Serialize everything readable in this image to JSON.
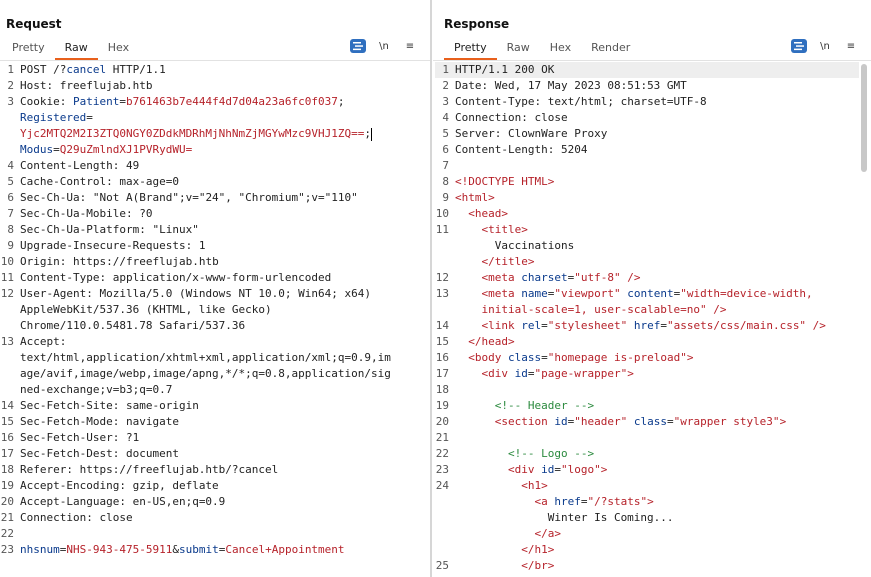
{
  "request": {
    "title": "Request",
    "tabs": [
      "Pretty",
      "Raw",
      "Hex"
    ],
    "active_tab": "Raw",
    "tools": [
      "format-icon",
      "\\n",
      "≡"
    ],
    "lines": [
      {
        "n": "1",
        "parts": [
          [
            "POST /?",
            ""
          ],
          [
            "cancel",
            "k"
          ],
          [
            " HTTP/1.1",
            ""
          ]
        ]
      },
      {
        "n": "2",
        "parts": [
          [
            "Host",
            ""
          ],
          [
            ": freeflujab.htb",
            ""
          ]
        ]
      },
      {
        "n": "3",
        "parts": [
          [
            "Cookie",
            ""
          ],
          [
            ": ",
            ""
          ],
          [
            "Patient",
            "k"
          ],
          [
            "=",
            ""
          ],
          [
            "b761463b7e444f4d7d04a23a6fc0f037",
            "v"
          ],
          [
            ";",
            ""
          ]
        ]
      },
      {
        "n": "",
        "parts": [
          [
            "Registered",
            "k"
          ],
          [
            "=",
            ""
          ]
        ]
      },
      {
        "n": "",
        "parts": [
          [
            "Yjc2MTQ2M2I3ZTQ0NGY0ZDdkMDRhMjNhNmZjMGYwMzc9VHJ1ZQ==",
            "v"
          ],
          [
            ";",
            ""
          ]
        ],
        "caret": true
      },
      {
        "n": "",
        "parts": [
          [
            "Modus",
            "k"
          ],
          [
            "=",
            ""
          ],
          [
            "Q29uZmlndXJ1PVRydWU=",
            "v"
          ]
        ]
      },
      {
        "n": "4",
        "parts": [
          [
            "Content-Length",
            ""
          ],
          [
            ": 49",
            ""
          ]
        ]
      },
      {
        "n": "5",
        "parts": [
          [
            "Cache-Control",
            ""
          ],
          [
            ": max-age=0",
            ""
          ]
        ]
      },
      {
        "n": "6",
        "parts": [
          [
            "Sec-Ch-Ua",
            ""
          ],
          [
            ": \"Not A(Brand\";v=\"24\", \"Chromium\";v=\"110\"",
            ""
          ]
        ]
      },
      {
        "n": "7",
        "parts": [
          [
            "Sec-Ch-Ua-Mobile",
            ""
          ],
          [
            ": ?0",
            ""
          ]
        ]
      },
      {
        "n": "8",
        "parts": [
          [
            "Sec-Ch-Ua-Platform",
            ""
          ],
          [
            ": \"Linux\"",
            ""
          ]
        ]
      },
      {
        "n": "9",
        "parts": [
          [
            "Upgrade-Insecure-Requests",
            ""
          ],
          [
            ": 1",
            ""
          ]
        ]
      },
      {
        "n": "10",
        "parts": [
          [
            "Origin",
            ""
          ],
          [
            ": https://freeflujab.htb",
            ""
          ]
        ]
      },
      {
        "n": "11",
        "parts": [
          [
            "Content-Type",
            ""
          ],
          [
            ": application/x-www-form-urlencoded",
            ""
          ]
        ]
      },
      {
        "n": "12",
        "parts": [
          [
            "User-Agent",
            ""
          ],
          [
            ": Mozilla/5.0 (Windows NT 10.0; Win64; x64)",
            ""
          ]
        ]
      },
      {
        "n": "",
        "parts": [
          [
            "AppleWebKit/537.36 (KHTML, like Gecko)",
            ""
          ]
        ]
      },
      {
        "n": "",
        "parts": [
          [
            "Chrome/110.0.5481.78 Safari/537.36",
            ""
          ]
        ]
      },
      {
        "n": "13",
        "parts": [
          [
            "Accept",
            ""
          ],
          [
            ":",
            ""
          ]
        ]
      },
      {
        "n": "",
        "parts": [
          [
            "text/html,application/xhtml+xml,application/xml;q=0.9,im",
            ""
          ]
        ]
      },
      {
        "n": "",
        "parts": [
          [
            "age/avif,image/webp,image/apng,*/*;q=0.8,application/sig",
            ""
          ]
        ]
      },
      {
        "n": "",
        "parts": [
          [
            "ned-exchange;v=b3;q=0.7",
            ""
          ]
        ]
      },
      {
        "n": "14",
        "parts": [
          [
            "Sec-Fetch-Site",
            ""
          ],
          [
            ": same-origin",
            ""
          ]
        ]
      },
      {
        "n": "15",
        "parts": [
          [
            "Sec-Fetch-Mode",
            ""
          ],
          [
            ": navigate",
            ""
          ]
        ]
      },
      {
        "n": "16",
        "parts": [
          [
            "Sec-Fetch-User",
            ""
          ],
          [
            ": ?1",
            ""
          ]
        ]
      },
      {
        "n": "17",
        "parts": [
          [
            "Sec-Fetch-Dest",
            ""
          ],
          [
            ": document",
            ""
          ]
        ]
      },
      {
        "n": "18",
        "parts": [
          [
            "Referer",
            ""
          ],
          [
            ": https://freeflujab.htb/?cancel",
            ""
          ]
        ]
      },
      {
        "n": "19",
        "parts": [
          [
            "Accept-Encoding",
            ""
          ],
          [
            ": gzip, deflate",
            ""
          ]
        ]
      },
      {
        "n": "20",
        "parts": [
          [
            "Accept-Language",
            ""
          ],
          [
            ": en-US,en;q=0.9",
            ""
          ]
        ]
      },
      {
        "n": "21",
        "parts": [
          [
            "Connection",
            ""
          ],
          [
            ": close",
            ""
          ]
        ]
      },
      {
        "n": "22",
        "parts": []
      },
      {
        "n": "23",
        "parts": [
          [
            "nhsnum",
            "k"
          ],
          [
            "=",
            ""
          ],
          [
            "NHS-943-475-5911",
            "v"
          ],
          [
            "&",
            ""
          ],
          [
            "submit",
            "k"
          ],
          [
            "=",
            ""
          ],
          [
            "Cancel+Appointment",
            "v"
          ]
        ]
      }
    ]
  },
  "response": {
    "title": "Response",
    "tabs": [
      "Pretty",
      "Raw",
      "Hex",
      "Render"
    ],
    "active_tab": "Pretty",
    "tools": [
      "format-icon",
      "\\n",
      "≡"
    ],
    "lines": [
      {
        "n": "1",
        "parts": [
          [
            "HTTP/1.1 200 OK",
            ""
          ]
        ],
        "hl": true
      },
      {
        "n": "2",
        "parts": [
          [
            "Date",
            ""
          ],
          [
            ": Wed, 17 May 2023 08:51:53 GMT",
            ""
          ]
        ]
      },
      {
        "n": "3",
        "parts": [
          [
            "Content-Type",
            ""
          ],
          [
            ": text/html; charset=UTF-8",
            ""
          ]
        ]
      },
      {
        "n": "4",
        "parts": [
          [
            "Connection",
            ""
          ],
          [
            ": close",
            ""
          ]
        ]
      },
      {
        "n": "5",
        "parts": [
          [
            "Server",
            ""
          ],
          [
            ": ClownWare Proxy",
            ""
          ]
        ]
      },
      {
        "n": "6",
        "parts": [
          [
            "Content-Length",
            ""
          ],
          [
            ": 5204",
            ""
          ]
        ]
      },
      {
        "n": "7",
        "parts": []
      },
      {
        "n": "8",
        "parts": [
          [
            "<!DOCTYPE HTML>",
            "v"
          ]
        ]
      },
      {
        "n": "9",
        "parts": [
          [
            "<html>",
            "v"
          ]
        ]
      },
      {
        "n": "10",
        "parts": [
          [
            "  ",
            ""
          ],
          [
            "<head>",
            "v"
          ]
        ]
      },
      {
        "n": "11",
        "parts": [
          [
            "    ",
            ""
          ],
          [
            "<title>",
            "v"
          ]
        ]
      },
      {
        "n": "",
        "parts": [
          [
            "      Vaccinations",
            ""
          ]
        ]
      },
      {
        "n": "",
        "parts": [
          [
            "    ",
            ""
          ],
          [
            "</title>",
            "v"
          ]
        ]
      },
      {
        "n": "12",
        "parts": [
          [
            "    ",
            ""
          ],
          [
            "<meta ",
            "v"
          ],
          [
            "charset",
            "k"
          ],
          [
            "=",
            ""
          ],
          [
            "\"utf-8\"",
            "v"
          ],
          [
            " />",
            "v"
          ]
        ]
      },
      {
        "n": "13",
        "parts": [
          [
            "    ",
            ""
          ],
          [
            "<meta ",
            "v"
          ],
          [
            "name",
            "k"
          ],
          [
            "=",
            ""
          ],
          [
            "\"viewport\"",
            "v"
          ],
          [
            " ",
            ""
          ],
          [
            "content",
            "k"
          ],
          [
            "=",
            ""
          ],
          [
            "\"width=device-width,",
            "v"
          ]
        ]
      },
      {
        "n": "",
        "parts": [
          [
            "    ",
            ""
          ],
          [
            "initial-scale=1, user-scalable=no\"",
            "v"
          ],
          [
            " />",
            "v"
          ]
        ]
      },
      {
        "n": "14",
        "parts": [
          [
            "    ",
            ""
          ],
          [
            "<link ",
            "v"
          ],
          [
            "rel",
            "k"
          ],
          [
            "=",
            ""
          ],
          [
            "\"stylesheet\"",
            "v"
          ],
          [
            " ",
            ""
          ],
          [
            "href",
            "k"
          ],
          [
            "=",
            ""
          ],
          [
            "\"assets/css/main.css\"",
            "v"
          ],
          [
            " />",
            "v"
          ]
        ]
      },
      {
        "n": "15",
        "parts": [
          [
            "  ",
            ""
          ],
          [
            "</head>",
            "v"
          ]
        ]
      },
      {
        "n": "16",
        "parts": [
          [
            "  ",
            ""
          ],
          [
            "<body ",
            "v"
          ],
          [
            "class",
            "k"
          ],
          [
            "=",
            ""
          ],
          [
            "\"homepage is-preload\"",
            "v"
          ],
          [
            ">",
            "v"
          ]
        ]
      },
      {
        "n": "17",
        "parts": [
          [
            "    ",
            ""
          ],
          [
            "<div ",
            "v"
          ],
          [
            "id",
            "k"
          ],
          [
            "=",
            ""
          ],
          [
            "\"page-wrapper\"",
            "v"
          ],
          [
            ">",
            "v"
          ]
        ]
      },
      {
        "n": "18",
        "parts": []
      },
      {
        "n": "19",
        "parts": [
          [
            "      ",
            ""
          ],
          [
            "<!-- Header -->",
            "g"
          ]
        ]
      },
      {
        "n": "20",
        "parts": [
          [
            "      ",
            ""
          ],
          [
            "<section ",
            "v"
          ],
          [
            "id",
            "k"
          ],
          [
            "=",
            ""
          ],
          [
            "\"header\"",
            "v"
          ],
          [
            " ",
            ""
          ],
          [
            "class",
            "k"
          ],
          [
            "=",
            ""
          ],
          [
            "\"wrapper style3\"",
            "v"
          ],
          [
            ">",
            "v"
          ]
        ]
      },
      {
        "n": "21",
        "parts": []
      },
      {
        "n": "22",
        "parts": [
          [
            "        ",
            ""
          ],
          [
            "<!-- Logo -->",
            "g"
          ]
        ]
      },
      {
        "n": "23",
        "parts": [
          [
            "        ",
            ""
          ],
          [
            "<div ",
            "v"
          ],
          [
            "id",
            "k"
          ],
          [
            "=",
            ""
          ],
          [
            "\"logo\"",
            "v"
          ],
          [
            ">",
            "v"
          ]
        ]
      },
      {
        "n": "24",
        "parts": [
          [
            "          ",
            ""
          ],
          [
            "<h1>",
            "v"
          ]
        ]
      },
      {
        "n": "",
        "parts": [
          [
            "            ",
            ""
          ],
          [
            "<a ",
            "v"
          ],
          [
            "href",
            "k"
          ],
          [
            "=",
            ""
          ],
          [
            "\"/?stats\"",
            "v"
          ],
          [
            ">",
            "v"
          ]
        ]
      },
      {
        "n": "",
        "parts": [
          [
            "              Winter Is Coming...",
            ""
          ]
        ]
      },
      {
        "n": "",
        "parts": [
          [
            "            ",
            ""
          ],
          [
            "</a>",
            "v"
          ]
        ]
      },
      {
        "n": "",
        "parts": [
          [
            "          ",
            ""
          ],
          [
            "</h1>",
            "v"
          ]
        ]
      },
      {
        "n": "25",
        "parts": [
          [
            "          ",
            ""
          ],
          [
            "</br>",
            "v"
          ]
        ]
      }
    ]
  },
  "layout_switch": [
    "split-horizontal-icon",
    "split-vertical-icon",
    "single-pane-icon"
  ],
  "colors": {
    "accent": "#e8601c",
    "key": "#0a3a8c",
    "value": "#b6222a",
    "comment": "#2b8a3e",
    "tool_blue": "#2f6fbf"
  }
}
